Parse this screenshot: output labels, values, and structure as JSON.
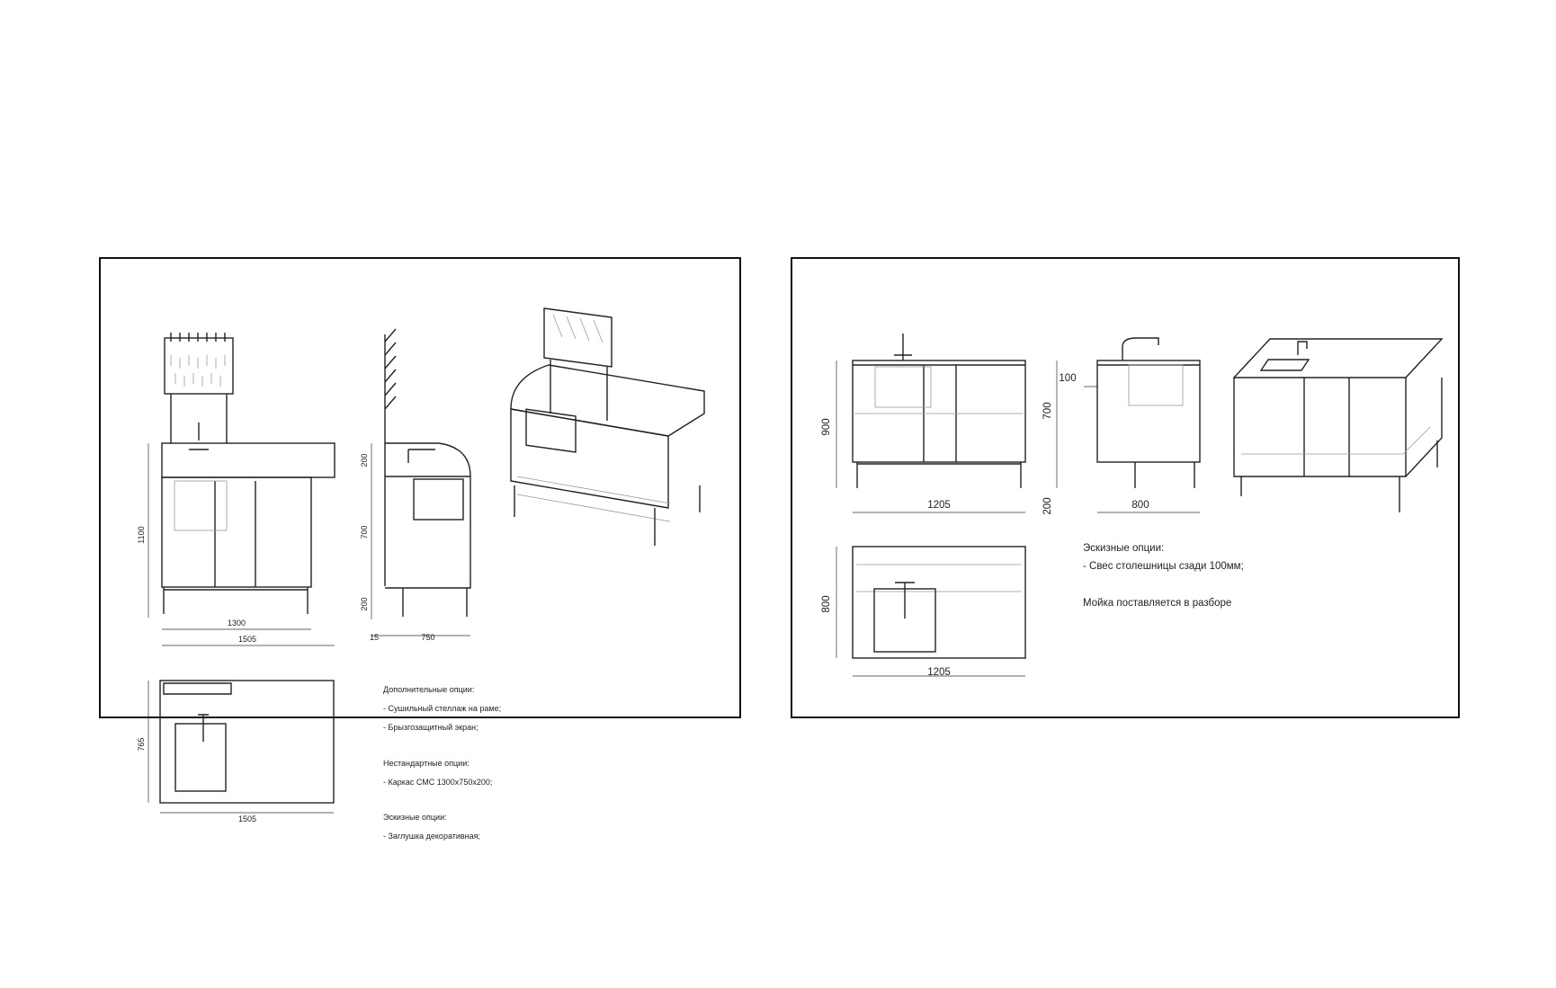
{
  "sheet1": {
    "dimensions": {
      "front_height": "1100",
      "front_inner_width": "1300",
      "front_width": "1505",
      "side_top": "200",
      "side_middle": "700",
      "side_bottom": "200",
      "side_offset": "15",
      "side_depth": "750",
      "top_depth": "765",
      "top_width": "1505"
    },
    "notes": [
      "Дополнительные опции:",
      "- Сушильный стеллаж на раме;",
      "- Брызгозащитный экран;",
      "Нестандартные опции:",
      "- Каркас СМС 1300х750х200;",
      "Эскизные опции:",
      "- Заглушка декоративная;"
    ]
  },
  "sheet2": {
    "dimensions": {
      "front_height": "900",
      "front_width": "1205",
      "side_overhang": "100",
      "side_middle": "700",
      "side_bottom": "200",
      "side_depth": "800",
      "top_depth": "800",
      "top_width": "1205"
    },
    "notes": [
      "Эскизные опции:",
      "- Свес столешницы сзади 100мм;",
      "Мойка поставляется в разборе"
    ]
  }
}
